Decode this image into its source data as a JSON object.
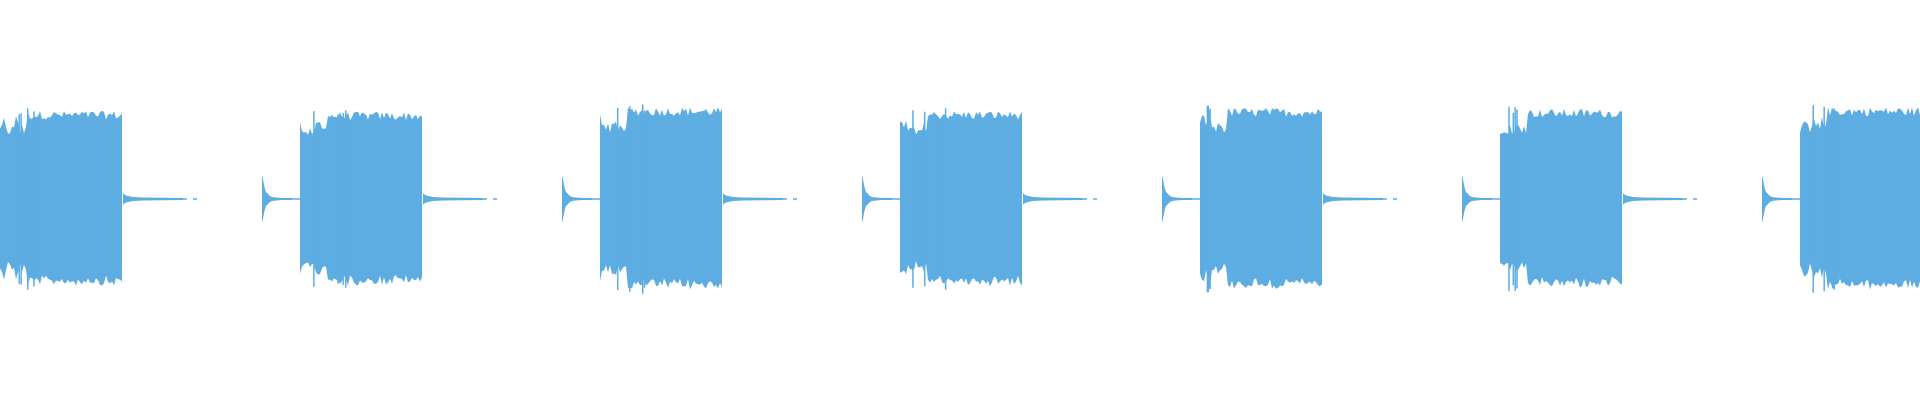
{
  "waveform": {
    "color": "#5DACE2",
    "background": "#FFFFFF",
    "bursts": [
      {
        "lead_blip": false,
        "main_amplitude": 0.93,
        "tail": true
      },
      {
        "lead_blip": true,
        "main_amplitude": 0.92,
        "tail": true
      },
      {
        "lead_blip": true,
        "main_amplitude": 0.97,
        "tail": true
      },
      {
        "lead_blip": true,
        "main_amplitude": 0.93,
        "tail": true
      },
      {
        "lead_blip": true,
        "main_amplitude": 0.96,
        "tail": true
      },
      {
        "lead_blip": true,
        "main_amplitude": 0.95,
        "tail": true
      },
      {
        "lead_blip": true,
        "main_amplitude": 0.97,
        "tail": false
      }
    ]
  }
}
